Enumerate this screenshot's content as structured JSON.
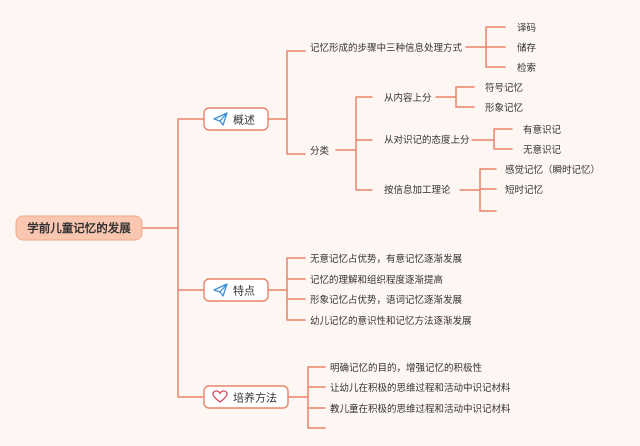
{
  "root": {
    "label": "学前儿童记忆的发展"
  },
  "branches": [
    {
      "id": "overview",
      "label": "概述",
      "icon": "paper-plane-icon",
      "children": [
        {
          "label": "记忆形成的步骤中三种信息处理方式",
          "children": [
            {
              "label": "译码"
            },
            {
              "label": "储存"
            },
            {
              "label": "检索"
            }
          ]
        },
        {
          "label": "分类",
          "children": [
            {
              "label": "从内容上分",
              "children": [
                {
                  "label": "符号记忆"
                },
                {
                  "label": "形象记忆"
                }
              ]
            },
            {
              "label": "从对识记的态度上分",
              "children": [
                {
                  "label": "有意识记"
                },
                {
                  "label": "无意识记"
                }
              ]
            },
            {
              "label": "按信息加工理论",
              "children": [
                {
                  "label": "感觉记忆（瞬时记忆）"
                },
                {
                  "label": "短时记忆"
                }
              ]
            }
          ]
        }
      ]
    },
    {
      "id": "features",
      "label": "特点",
      "icon": "paper-plane-icon",
      "children": [
        {
          "label": "无意记忆占优势，有意记忆逐渐发展"
        },
        {
          "label": "记忆的理解和组织程度逐渐提高"
        },
        {
          "label": "形象记忆占优势，语词记忆逐渐发展"
        },
        {
          "label": "幼儿记忆的意识性和记忆方法逐渐发展"
        }
      ]
    },
    {
      "id": "methods",
      "label": "培养方法",
      "icon": "heart-icon",
      "children": [
        {
          "label": "明确记忆的目的，增强记忆的积极性"
        },
        {
          "label": "让幼儿在积极的思维过程和活动中识记材料"
        },
        {
          "label": "教儿童在积极的思维过程和活动中识记材料"
        }
      ]
    }
  ]
}
